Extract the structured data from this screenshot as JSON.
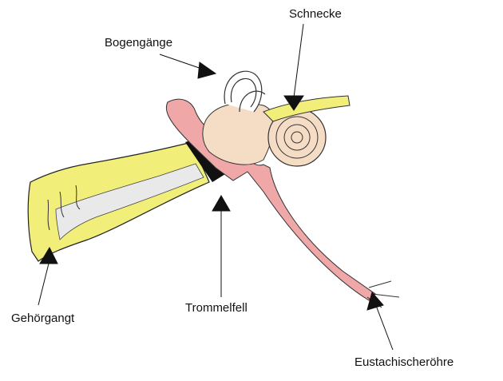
{
  "labels": {
    "bogengaenge": "Bogengänge",
    "schnecke": "Schnecke",
    "gehoergang": "Gehörgangt",
    "trommelfell": "Trommelfell",
    "eustachische_roehre": "Eustachischeröhre"
  },
  "colors": {
    "canal": "#f2ee7a",
    "canal_inner": "#e9e9e9",
    "bone": "#f5dcc4",
    "tissue": "#f0a7a7",
    "nerve": "#f2ee7a",
    "outline": "#222222"
  }
}
